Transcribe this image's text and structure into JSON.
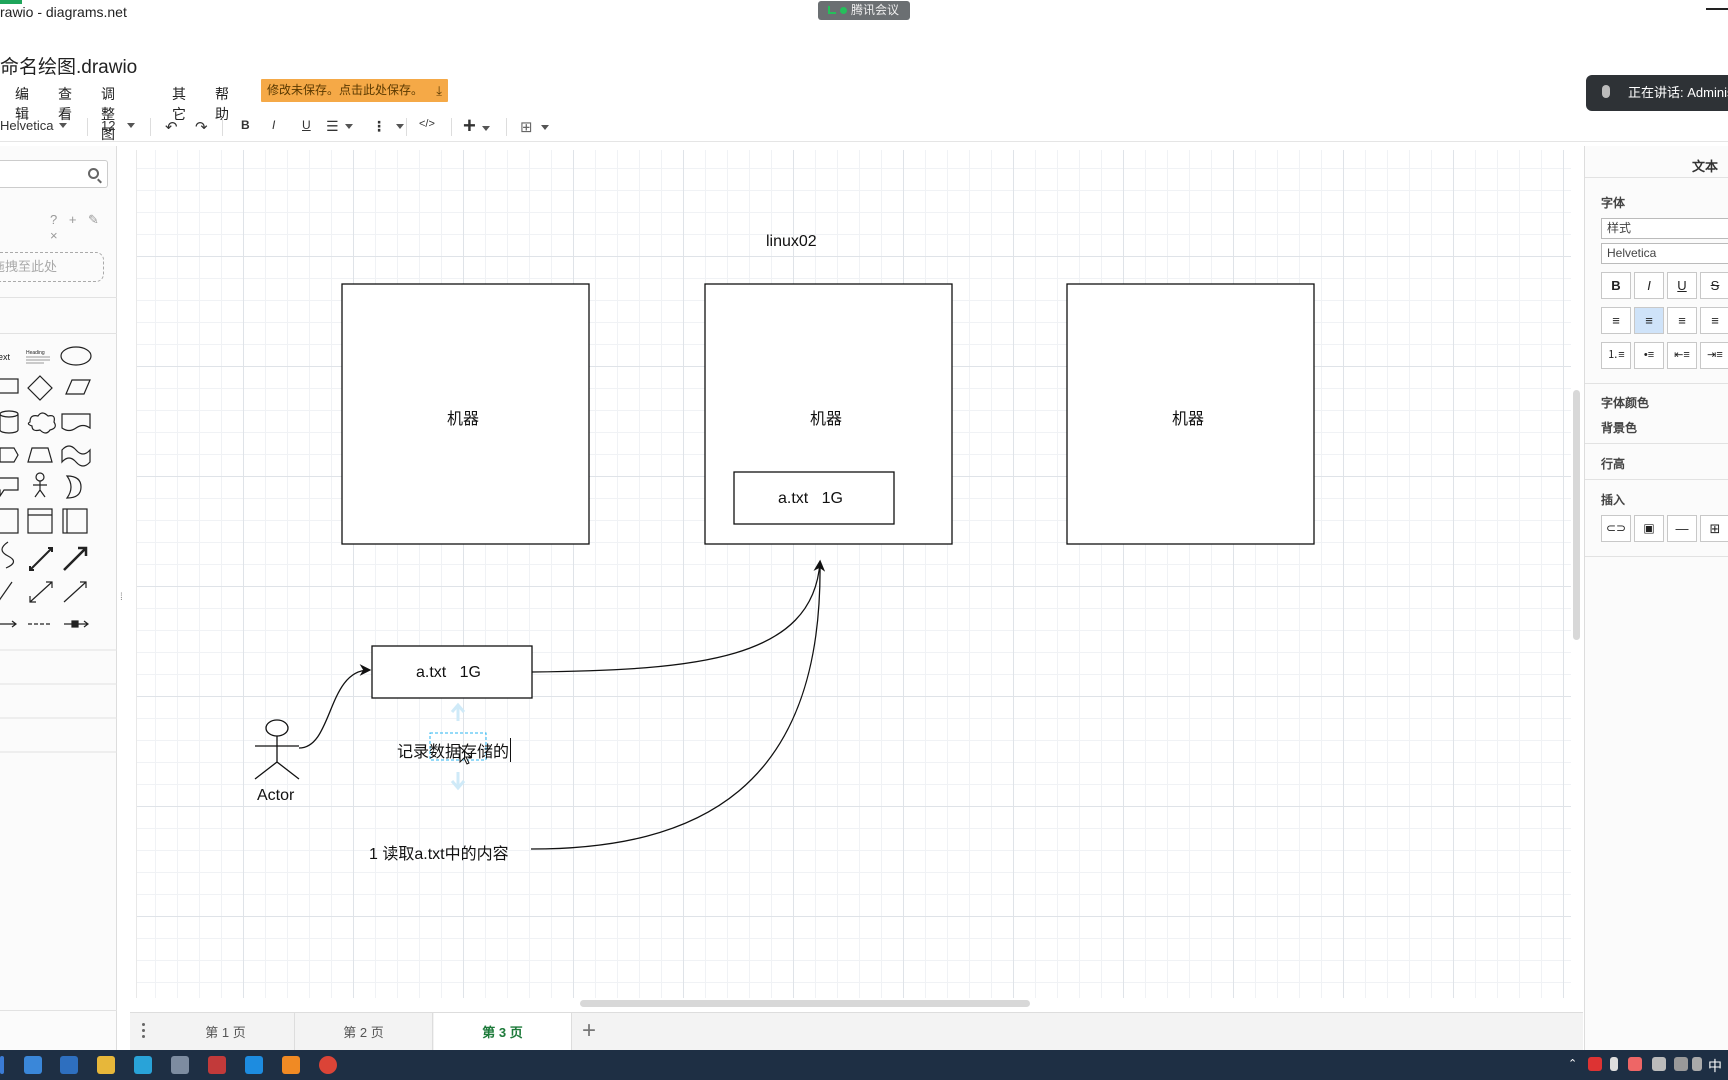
{
  "window": {
    "title": "rawio - diagrams.net",
    "meeting_label": "腾讯会议"
  },
  "file": {
    "name": "命名绘图.drawio"
  },
  "menu": {
    "items": [
      "编辑",
      "查看",
      "调整图形",
      "其它",
      "帮助"
    ],
    "unsaved_notice": "修改未保存。点击此处保存。"
  },
  "speaking": {
    "label": "正在讲话: Adminis"
  },
  "toolbar": {
    "font": "Helvetica",
    "font_size": "12",
    "bold": "B",
    "italic": "I",
    "underline": "U",
    "html": "</>",
    "insert": "+"
  },
  "sidebar": {
    "tools": "? + ✎ ×",
    "dropzone": "拖拽至此处"
  },
  "canvas": {
    "title_label": "linux02",
    "machine_label": "机器",
    "file_label": "a.txt   1G",
    "actor_label": "Actor",
    "note_label": "记录数据存储的",
    "read_label": "1 读取a.txt中的内容"
  },
  "pages": {
    "tabs": [
      "第 1 页",
      "第 2 页",
      "第 3 页"
    ],
    "active": "第 3 页"
  },
  "format_panel": {
    "title": "文本",
    "font_section": "字体",
    "style_placeholder": "样式",
    "font_value": "Helvetica",
    "bold": "B",
    "italic": "I",
    "underline": "U",
    "strike": "S",
    "font_color": "字体颜色",
    "bg_color": "背景色",
    "line_height": "行高",
    "insert": "插入"
  },
  "taskbar": {
    "ime": "中"
  },
  "colors": {
    "accent_orange": "#f5a947",
    "active_tab_green": "#1d7a3a",
    "taskbar": "#1e2f44"
  }
}
